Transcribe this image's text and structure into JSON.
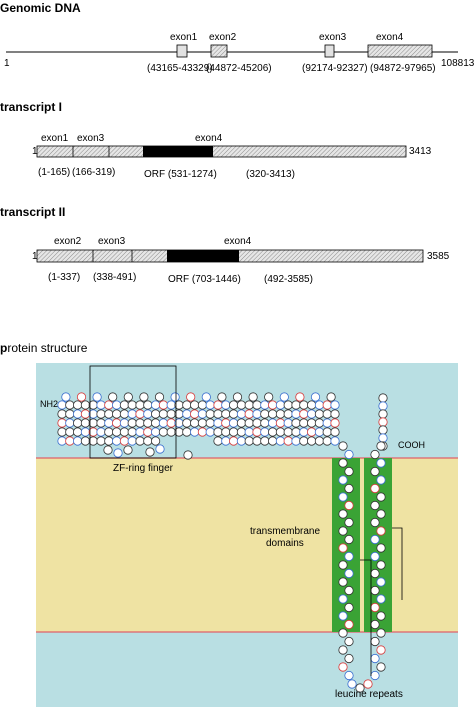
{
  "genomic": {
    "title": "Genomic DNA",
    "start": "1",
    "end": "108813",
    "exons": [
      {
        "name": "exon1",
        "range": "(43165-43329)"
      },
      {
        "name": "exon2",
        "range": "(44872-45206)"
      },
      {
        "name": "exon3",
        "range": "(92174-92327)"
      },
      {
        "name": "exon4",
        "range": "(94872-97965)"
      }
    ]
  },
  "transcript1": {
    "title": "transcript I",
    "start": "1",
    "end": "3413",
    "exon_labels": [
      "exon1",
      "exon3",
      "exon4"
    ],
    "ranges": [
      "(1-165)",
      "(166-319)",
      "(320-3413)"
    ],
    "orf": "ORF (531-1274)"
  },
  "transcript2": {
    "title": "transcript II",
    "start": "1",
    "end": "3585",
    "exon_labels": [
      "exon2",
      "exon3",
      "exon4"
    ],
    "ranges": [
      "(1-337)",
      "(338-491)",
      "(492-3585)"
    ],
    "orf": "ORF (703-1446)"
  },
  "protein": {
    "title_bold": "p",
    "title_rest": "rotein structure",
    "nh2": "NH2",
    "cooh": "COOH",
    "zf_label": "ZF-ring finger",
    "tm_label_1": "transmembrane",
    "tm_label_2": "domains",
    "leu_label": "leucine repeats",
    "colors": {
      "cytoplasm": "#b9dfe3",
      "membrane": "#efe3a3",
      "tm_helix": "#3aa335",
      "membrane_line": "#e0606a",
      "residue_blue": "#3a6fd0",
      "residue_red": "#d83a3a"
    }
  }
}
